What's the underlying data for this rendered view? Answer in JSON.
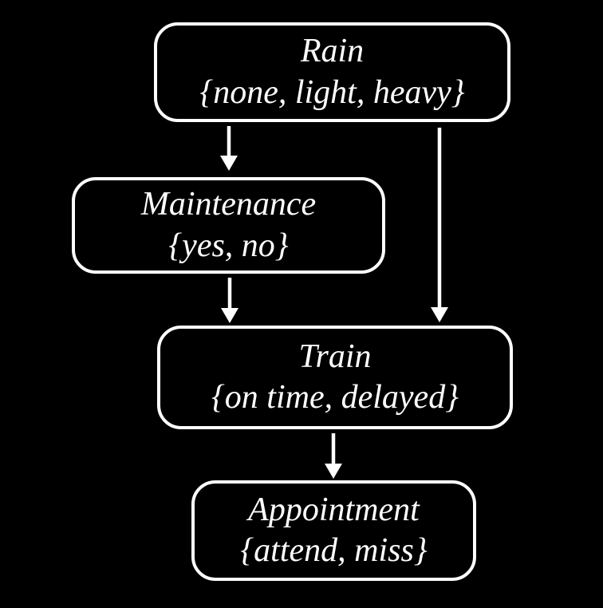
{
  "colors": {
    "background": "#000000",
    "node_fill": "#000000",
    "node_border": "#ffffff",
    "text": "#ffffff",
    "arrow": "#ffffff"
  },
  "diagram": {
    "type": "bayesian-network",
    "nodes": [
      {
        "id": "rain",
        "label": "Rain",
        "values": "{none, light, heavy}"
      },
      {
        "id": "maintenance",
        "label": "Maintenance",
        "values": "{yes, no}"
      },
      {
        "id": "train",
        "label": "Train",
        "values": "{on time, delayed}"
      },
      {
        "id": "appointment",
        "label": "Appointment",
        "values": "{attend, miss}"
      }
    ],
    "edges": [
      {
        "from": "Rain",
        "to": "Maintenance"
      },
      {
        "from": "Rain",
        "to": "Train"
      },
      {
        "from": "Maintenance",
        "to": "Train"
      },
      {
        "from": "Train",
        "to": "Appointment"
      }
    ]
  }
}
